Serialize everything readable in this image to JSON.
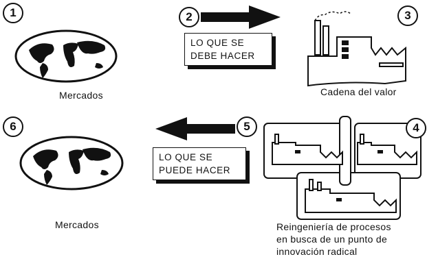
{
  "steps": [
    "1",
    "2",
    "3",
    "4",
    "5",
    "6"
  ],
  "labels": {
    "mercados_top": "Mercados",
    "cadena": "Cadena del valor",
    "mercados_bottom": "Mercados",
    "reingenieria_line1": "Reingeniería de procesos",
    "reingenieria_line2": "en busca de un punto de",
    "reingenieria_line3": "innovación radical"
  },
  "boxes": {
    "debe_line1": "LO QUE SE",
    "debe_line2": "DEBE HACER",
    "puede_line1": "LO QUE SE",
    "puede_line2": "PUEDE HACER"
  }
}
